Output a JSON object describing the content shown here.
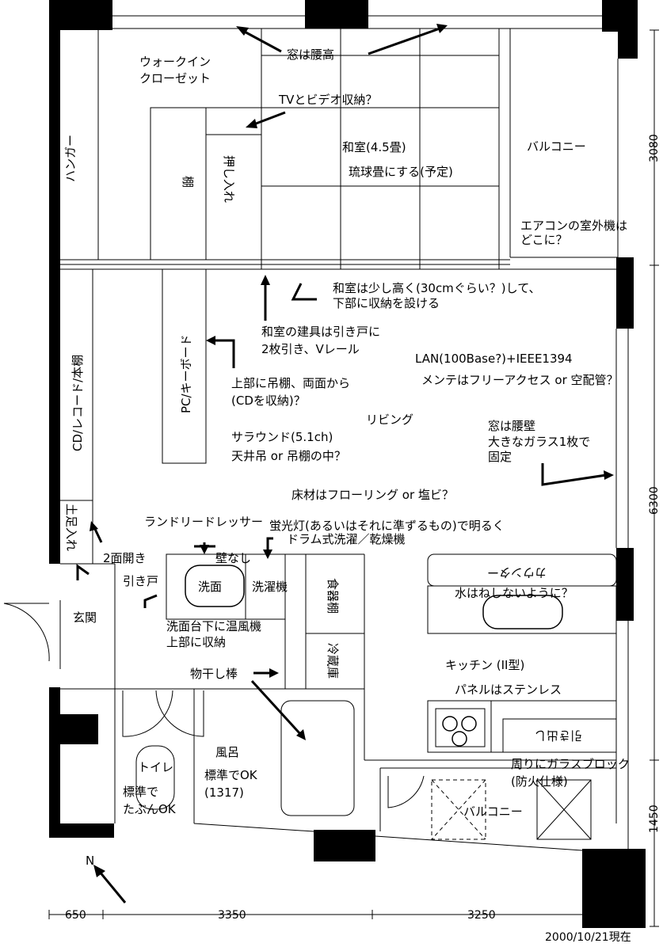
{
  "rooms": {
    "walkin_closet": [
      "ウォークイン",
      "クローゼット"
    ],
    "hanger": "ハンガー",
    "shelf": "棚",
    "oshiire": "押し入れ",
    "washitsu": "和室(4.5畳)",
    "balcony_top": "バルコニー",
    "pc_keyboard": "PC/キーボード",
    "cd_shelf": "CD/レコード/本棚",
    "living": "リビング",
    "getabako": "土足入れ",
    "genkan": "玄関",
    "senmen": "洗面",
    "sentakuki": "洗濯機",
    "shokkidana": "食器棚",
    "reizouko": "冷蔵庫",
    "counter_upside": "カウンター",
    "kitchen": "キッチン (II型)",
    "toilet": "トイレ",
    "furo": "風呂",
    "balcony_bottom": "バルコニー",
    "cabinet_upside": "引き出し"
  },
  "notes": {
    "window_koshidaka": "窓は腰高",
    "tv_video": "TVとビデオ収納？",
    "ryukyu": "琉球畳にする(予定)",
    "aircon": [
      "エアコンの室外機は",
      "どこに？"
    ],
    "washitsu_high": [
      "和室は少し高く(30cmぐらい？)して、",
      "下部に収納を設ける"
    ],
    "tategu": [
      "和室の建具は引き戸に",
      "2枚引き、Vレール"
    ],
    "lan": "LAN(100Base?)+IEEE1394",
    "mente": "メンテはフリーアクセス or 空配管？",
    "tsuritana": [
      "上部に吊棚、両面から",
      "(CDを収納)？"
    ],
    "window_koshikabe": [
      "窓は腰壁",
      "大きなガラス1枚で",
      "固定"
    ],
    "surround": [
      "サラウンド(5.1ch)",
      "天井吊 or 吊棚の中？"
    ],
    "flooring": "床材はフローリング or 塩ビ？",
    "laundry_dresser": "ランドリードレッサー",
    "keikoutou": "蛍光灯(あるいはそれに準ずるもの)で明るく",
    "drum": "ドラム式洗濯／乾燥機",
    "kabe_nashi": "壁なし",
    "nimen": "2面開き",
    "hikido": "引き戸",
    "onpuki": [
      "洗面台下に温風機",
      "上部に収納"
    ],
    "mizu_hane": "水はねしないように？",
    "stainless": "パネルはステンレス",
    "monohoshi": "物干し棒",
    "glass_block": [
      "周りにガラスブロック",
      "(防火仕様)"
    ],
    "std_furo": [
      "標準でOK",
      "(1317)"
    ],
    "std_toilet": [
      "標準で",
      "たぶんOK"
    ]
  },
  "dimensions": {
    "d3080": "3080",
    "d6300": "6300",
    "d1450": "1450",
    "d650": "650",
    "d3350": "3350",
    "d3250": "3250"
  },
  "north": "N",
  "date": "2000/10/21現在"
}
